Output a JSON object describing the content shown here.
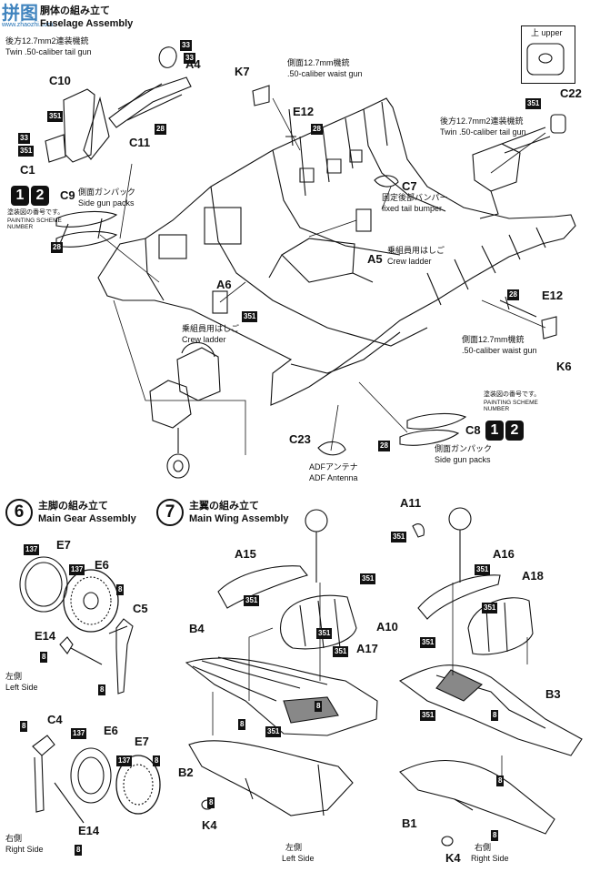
{
  "colors": {
    "ink": "#111111",
    "paper": "#ffffff",
    "watermark": "#1f6fb3"
  },
  "watermark": {
    "text": "拼图",
    "subtext": "www.zhaozhi.com"
  },
  "step5": {
    "title_jp": "胴体の組み立て",
    "title_en": "Fuselage Assembly",
    "tail_gun": {
      "jp": "後方12.7mm2連装機銃",
      "en": "Twin .50-caliber tail gun"
    },
    "side_packs": {
      "jp": "側面ガンパック",
      "en": "Side gun packs"
    },
    "scheme_note": {
      "jp": "塗装図の番号です。",
      "en": "PAINTING SCHEME NUMBER"
    },
    "waist_gun": {
      "jp": "側面12.7mm機銃",
      "en": ".50-caliber waist gun"
    },
    "tail_bumper": {
      "jp": "固定後部バンパー",
      "en": "fixed tail bumper"
    },
    "crew_ladder": {
      "jp": "乗組員用はしご",
      "en": "Crew ladder"
    },
    "adf": {
      "jp": "ADFアンテナ",
      "en": "ADF Antenna"
    },
    "upper": "上 upper",
    "scheme_numbers": [
      "1",
      "2"
    ]
  },
  "step5_parts": {
    "a4": "A4",
    "c10": "C10",
    "c11": "C11",
    "c1": "C1",
    "c9": "C9",
    "k7": "K7",
    "e12a": "E12",
    "c7": "C7",
    "a5": "A5",
    "a6": "A6",
    "c22": "C22",
    "e12b": "E12",
    "k6": "K6",
    "c8": "C8",
    "c23": "C23"
  },
  "step6": {
    "number": "6",
    "title_jp": "主脚の組み立て",
    "title_en": "Main Gear Assembly",
    "left": {
      "jp": "左側",
      "en": "Left Side"
    },
    "right": {
      "jp": "右側",
      "en": "Right Side"
    }
  },
  "step6_parts": {
    "e7a": "E7",
    "e6a": "E6",
    "c5": "C5",
    "e14a": "E14",
    "c4": "C4",
    "e6b": "E6",
    "e7b": "E7",
    "e14b": "E14"
  },
  "step7": {
    "number": "7",
    "title_jp": "主翼の組み立て",
    "title_en": "Main Wing Assembly",
    "left": {
      "jp": "左側",
      "en": "Left Side"
    },
    "right": {
      "jp": "右側",
      "en": "Right Side"
    }
  },
  "step7_parts": {
    "a15": "A15",
    "a10": "A10",
    "a17": "A17",
    "b4": "B4",
    "b2": "B2",
    "k4a": "K4",
    "a11": "A11",
    "a16": "A16",
    "a18": "A18",
    "b3": "B3",
    "b1": "B1",
    "k4b": "K4"
  },
  "paint": {
    "p33": "33",
    "p28": "28",
    "p351": "351",
    "p137": "137",
    "p8": "8"
  }
}
